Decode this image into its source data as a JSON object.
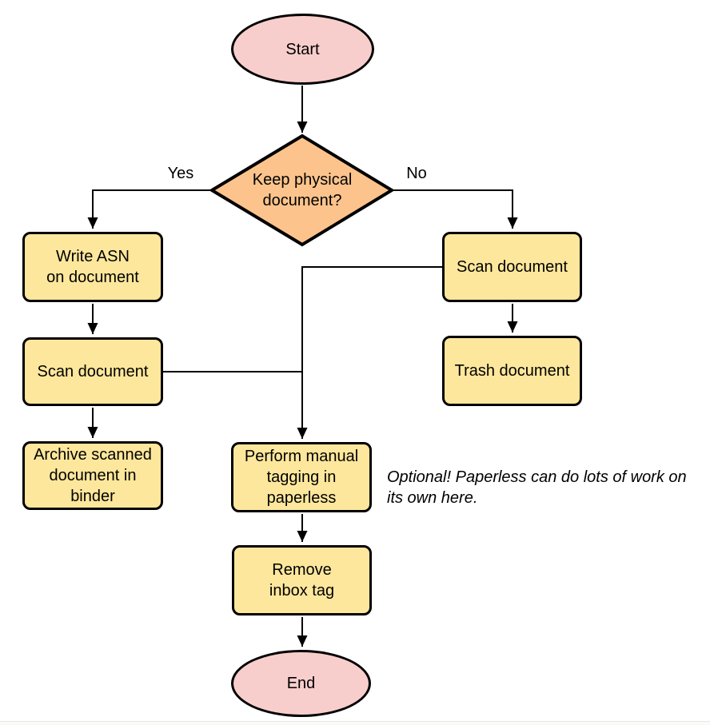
{
  "colors": {
    "terminal_fill": "#F8CECC",
    "process_fill": "#FDE79C",
    "decision_fill": "#FCC48C",
    "shape_border": "#000000",
    "connector": "#000000"
  },
  "nodes": {
    "start": {
      "label": "Start"
    },
    "decision": {
      "lines": [
        "Keep physical",
        "document?"
      ]
    },
    "write_asn": {
      "lines": [
        "Write ASN",
        "on document"
      ]
    },
    "scan_left": {
      "label": "Scan document"
    },
    "archive": {
      "lines": [
        "Archive scanned",
        "document in",
        "binder"
      ]
    },
    "scan_right": {
      "label": "Scan document"
    },
    "trash": {
      "label": "Trash document"
    },
    "perform_tagging": {
      "lines": [
        "Perform manual",
        "tagging in",
        "paperless"
      ]
    },
    "remove_inbox": {
      "lines": [
        "Remove",
        "inbox tag"
      ]
    },
    "end": {
      "label": "End"
    }
  },
  "edge_labels": {
    "yes": "Yes",
    "no": "No"
  },
  "note": {
    "lines": [
      "Optional! Paperless can do lots of work on",
      "its own here."
    ]
  }
}
